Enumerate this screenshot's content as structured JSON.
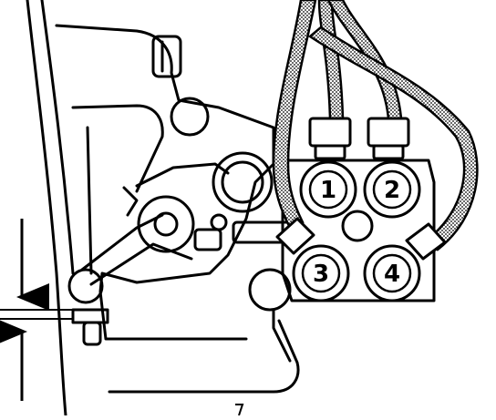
{
  "diagram": {
    "callouts": [
      {
        "id": "1",
        "label": "1"
      },
      {
        "id": "2",
        "label": "2"
      },
      {
        "id": "3",
        "label": "3"
      },
      {
        "id": "4",
        "label": "4"
      }
    ],
    "ink_color": "#000000",
    "paper_color": "#ffffff",
    "hose_fill": "dotted"
  }
}
